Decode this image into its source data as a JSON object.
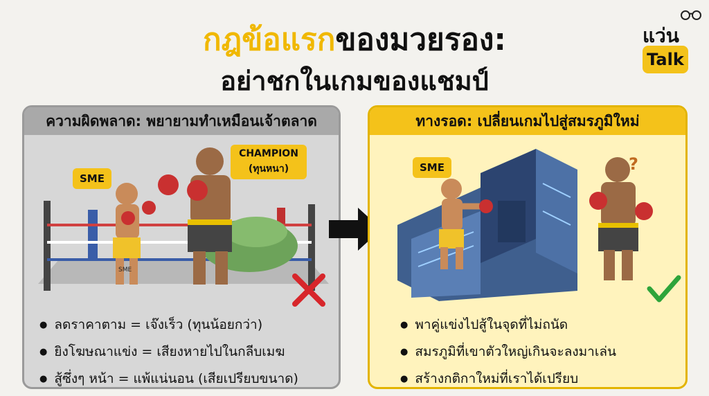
{
  "title": {
    "line1_highlight": "กฎข้อแรก",
    "line1_rest": "ของมวยรอง:",
    "line2": "อย่าชกในเกมของแชมป์"
  },
  "brand": {
    "word": "แว่น",
    "tag": "Talk"
  },
  "left_panel": {
    "header": "ความผิดพลาด: พยายามทำเหมือนเจ้าตลาด",
    "sme_label": "SME",
    "champion_label_1": "CHAMPION",
    "champion_label_2": "(ทุนหนา)",
    "shorts_text": "SME",
    "bullets": [
      "ลดราคาตาม = เจ๊งเร็ว (ทุนน้อยกว่า)",
      "ยิงโฆษณาแข่ง = เสียงหายไปในกลีบเมฆ",
      "สู้ซึ่งๆ หน้า = แพ้แน่นอน (เสียเปรียบขนาด)"
    ]
  },
  "right_panel": {
    "header": "ทางรอด: เปลี่ยนเกมไปสู่สมรภูมิใหม่",
    "sme_label": "SME",
    "question_mark": "?",
    "bullets": [
      "พาคู่แข่งไปสู้ในจุดที่ไม่ถนัด",
      "สมรภูมิที่เขาตัวใหญ่เกินจะลงมาเล่น",
      "สร้างกติกาใหม่ที่เราได้เปรียบ"
    ]
  },
  "colors": {
    "accent": "#f4c21a",
    "wrong": "#d7262b",
    "right": "#2ea43a",
    "background": "#f3f2ee"
  },
  "icons": [
    "glasses-icon",
    "cross-icon",
    "check-icon",
    "arrow-right-icon"
  ]
}
